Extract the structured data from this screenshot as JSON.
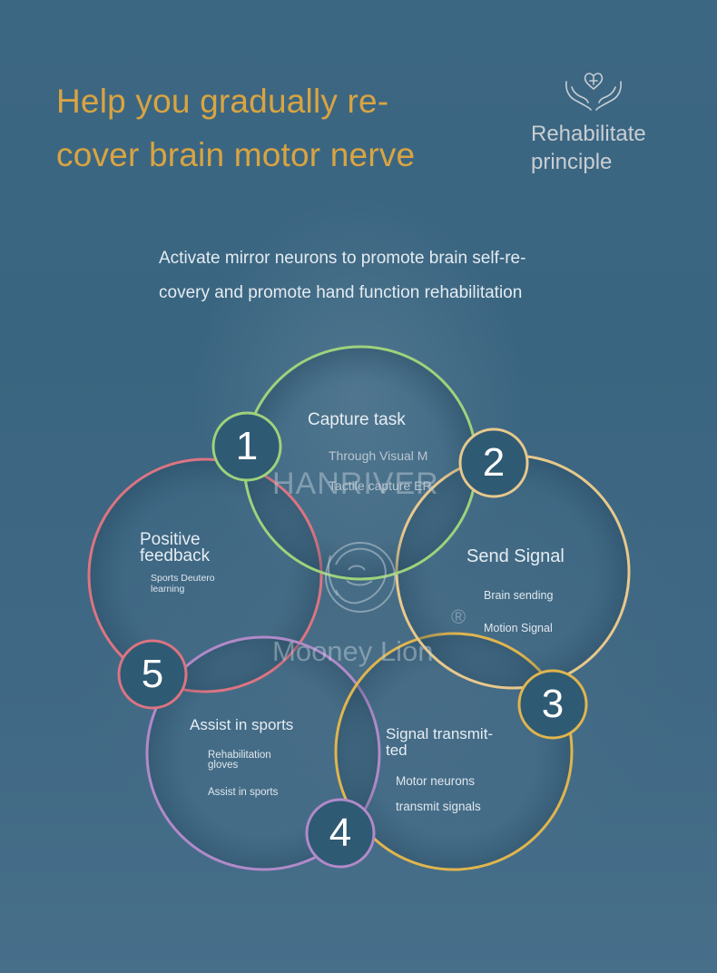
{
  "headline": {
    "line1": "Help you gradually re-",
    "line2": "cover brain motor nerve"
  },
  "badge": {
    "icon": "caring-hands-heart-icon",
    "line1": "Rehabilitate",
    "line2": "principle"
  },
  "intro": {
    "line1": "Activate mirror neurons to promote brain self-re-",
    "line2": "covery and promote hand function rehabilitation"
  },
  "watermarks": {
    "brand1": "HANRIVER",
    "brand2": "Mooney Lion",
    "registered": "®",
    "logo": "lion-head-logo"
  },
  "steps": [
    {
      "number": "1",
      "title": "Capture task",
      "sub1": "Through Visual M",
      "sub2": "Tactile capture ER",
      "color": "#9ed27c"
    },
    {
      "number": "2",
      "title": "Send Signal",
      "sub1": "Brain sending",
      "sub2": "Motion Signal",
      "color": "#e8c88c"
    },
    {
      "number": "3",
      "title": "Signal transmit-",
      "title2": "ted",
      "sub1": "Motor neurons",
      "sub2": "transmit signals",
      "color": "#e0b54e"
    },
    {
      "number": "4",
      "title": "Assist in sports",
      "sub1": "Rehabilitation",
      "sub1b": "gloves",
      "sub2": "Assist in sports",
      "color": "#b18ac9"
    },
    {
      "number": "5",
      "title": "Positive",
      "title2": "feedback",
      "sub1": "Sports Deutero",
      "sub2": "learning",
      "color": "#dc7482"
    }
  ]
}
